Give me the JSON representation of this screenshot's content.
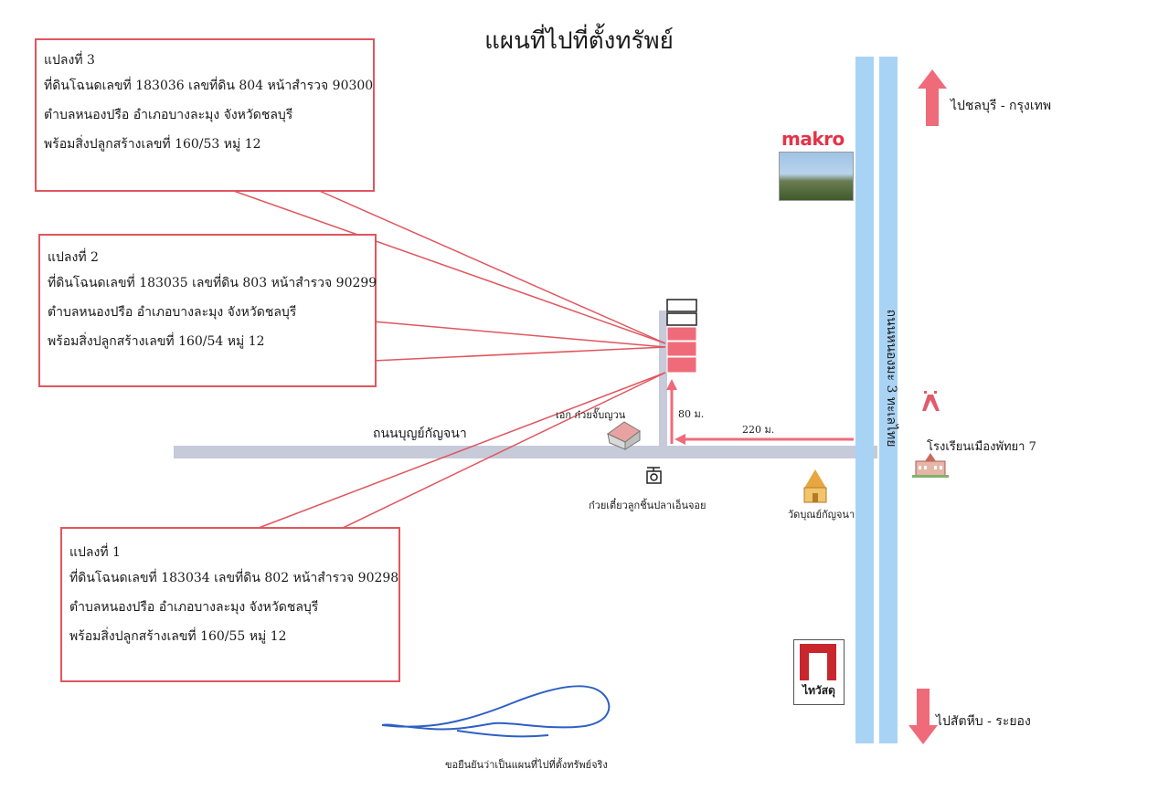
{
  "title": "แผนที่ไปที่ตั้งทรัพย์",
  "plots": [
    {
      "heading": "แปลงที่ 3",
      "lines": [
        "ที่ดินโฉนดเลขที่ 183036 เลขที่ดิน 804 หน้าสำรวจ 90300",
        "ตำบลหนองปรือ อำเภอบางละมุง จังหวัดชลบุรี",
        "พร้อมสิ่งปลูกสร้างเลขที่ 160/53 หมู่ 12"
      ]
    },
    {
      "heading": "แปลงที่ 2",
      "lines": [
        "ที่ดินโฉนดเลขที่ 183035 เลขที่ดิน 803 หน้าสำรวจ 90299",
        "ตำบลหนองปรือ อำเภอบางละมุง จังหวัดชลบุรี",
        "พร้อมสิ่งปลูกสร้างเลขที่ 160/54 หมู่ 12"
      ]
    },
    {
      "heading": "แปลงที่ 1",
      "lines": [
        "ที่ดินโฉนดเลขที่ 183034 เลขที่ดิน 802 หน้าสำรวจ 90298",
        "ตำบลหนองปรือ อำเภอบางละมุง จังหวัดชลบุรี",
        "พร้อมสิ่งปลูกสร้างเลขที่ 160/55 หมู่ 12"
      ]
    }
  ],
  "roads": {
    "side_road": "ถนนบุญย์กัญจนา",
    "main_road": "ถนนหนองมะ 3 ทะเลไทย"
  },
  "distances": {
    "vertical": "80 ม.",
    "horizontal": "220 ม."
  },
  "directions": {
    "north": "ไปชลบุรี - กรุงเทพ",
    "south": "ไปสัตหีบ - ระยอง"
  },
  "landmarks": {
    "makro": "makro",
    "noodle_shop_a": "เอก ก๋วยจั๊บญวน",
    "noodle_shop_b": "ก๋วยเตี๋ยวลูกชิ้นปลาเอ็นจอย",
    "temple": "วัดบุณย์กัญจนา",
    "school": "โรงเรียนเมืองพัทยา 7",
    "thaiwatsadu": "ไทวัสดุ"
  },
  "footer_note": "ขอยืนยันว่าเป็นแผนที่ไปที่ตั้งทรัพย์จริง",
  "colors": {
    "road": "#c6cad9",
    "main_road": "#a9d3f5",
    "pointer": "#e0565f",
    "arrow": "#ef6b7a",
    "plot_fill": "#ef6b7a"
  }
}
